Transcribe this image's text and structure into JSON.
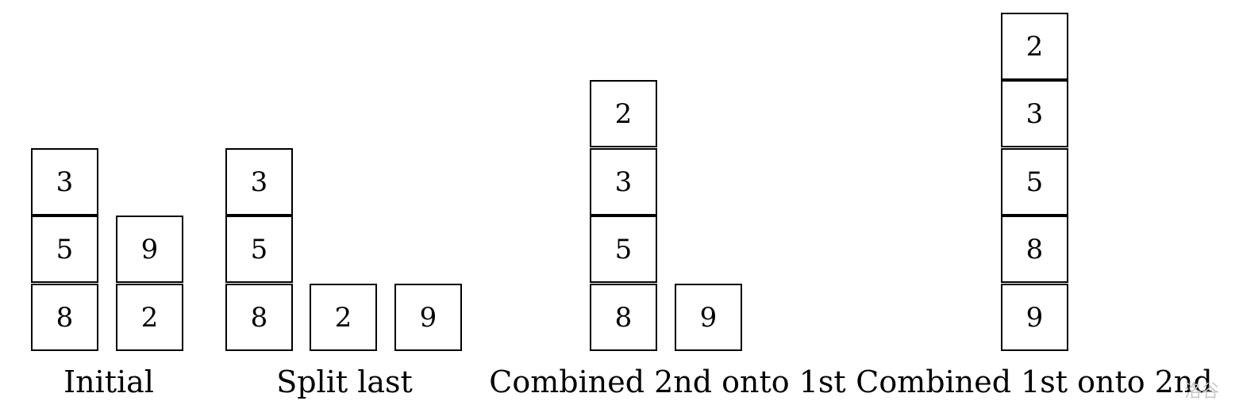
{
  "panels": [
    {
      "caption": "Initial",
      "stacks": [
        [
          "3",
          "5",
          "8"
        ],
        [
          "9",
          "2"
        ]
      ]
    },
    {
      "caption": "Split last",
      "stacks": [
        [
          "3",
          "5",
          "8"
        ],
        [
          "2"
        ],
        [
          "9"
        ]
      ]
    },
    {
      "caption": "Combined 2nd onto 1st",
      "stacks": [
        [
          "2",
          "3",
          "5",
          "8"
        ],
        [
          "9"
        ]
      ]
    },
    {
      "caption": "Combined 1st onto 2nd",
      "stacks": [
        [
          "2",
          "3",
          "5",
          "8",
          "9"
        ]
      ]
    }
  ],
  "watermark": "洛谷"
}
